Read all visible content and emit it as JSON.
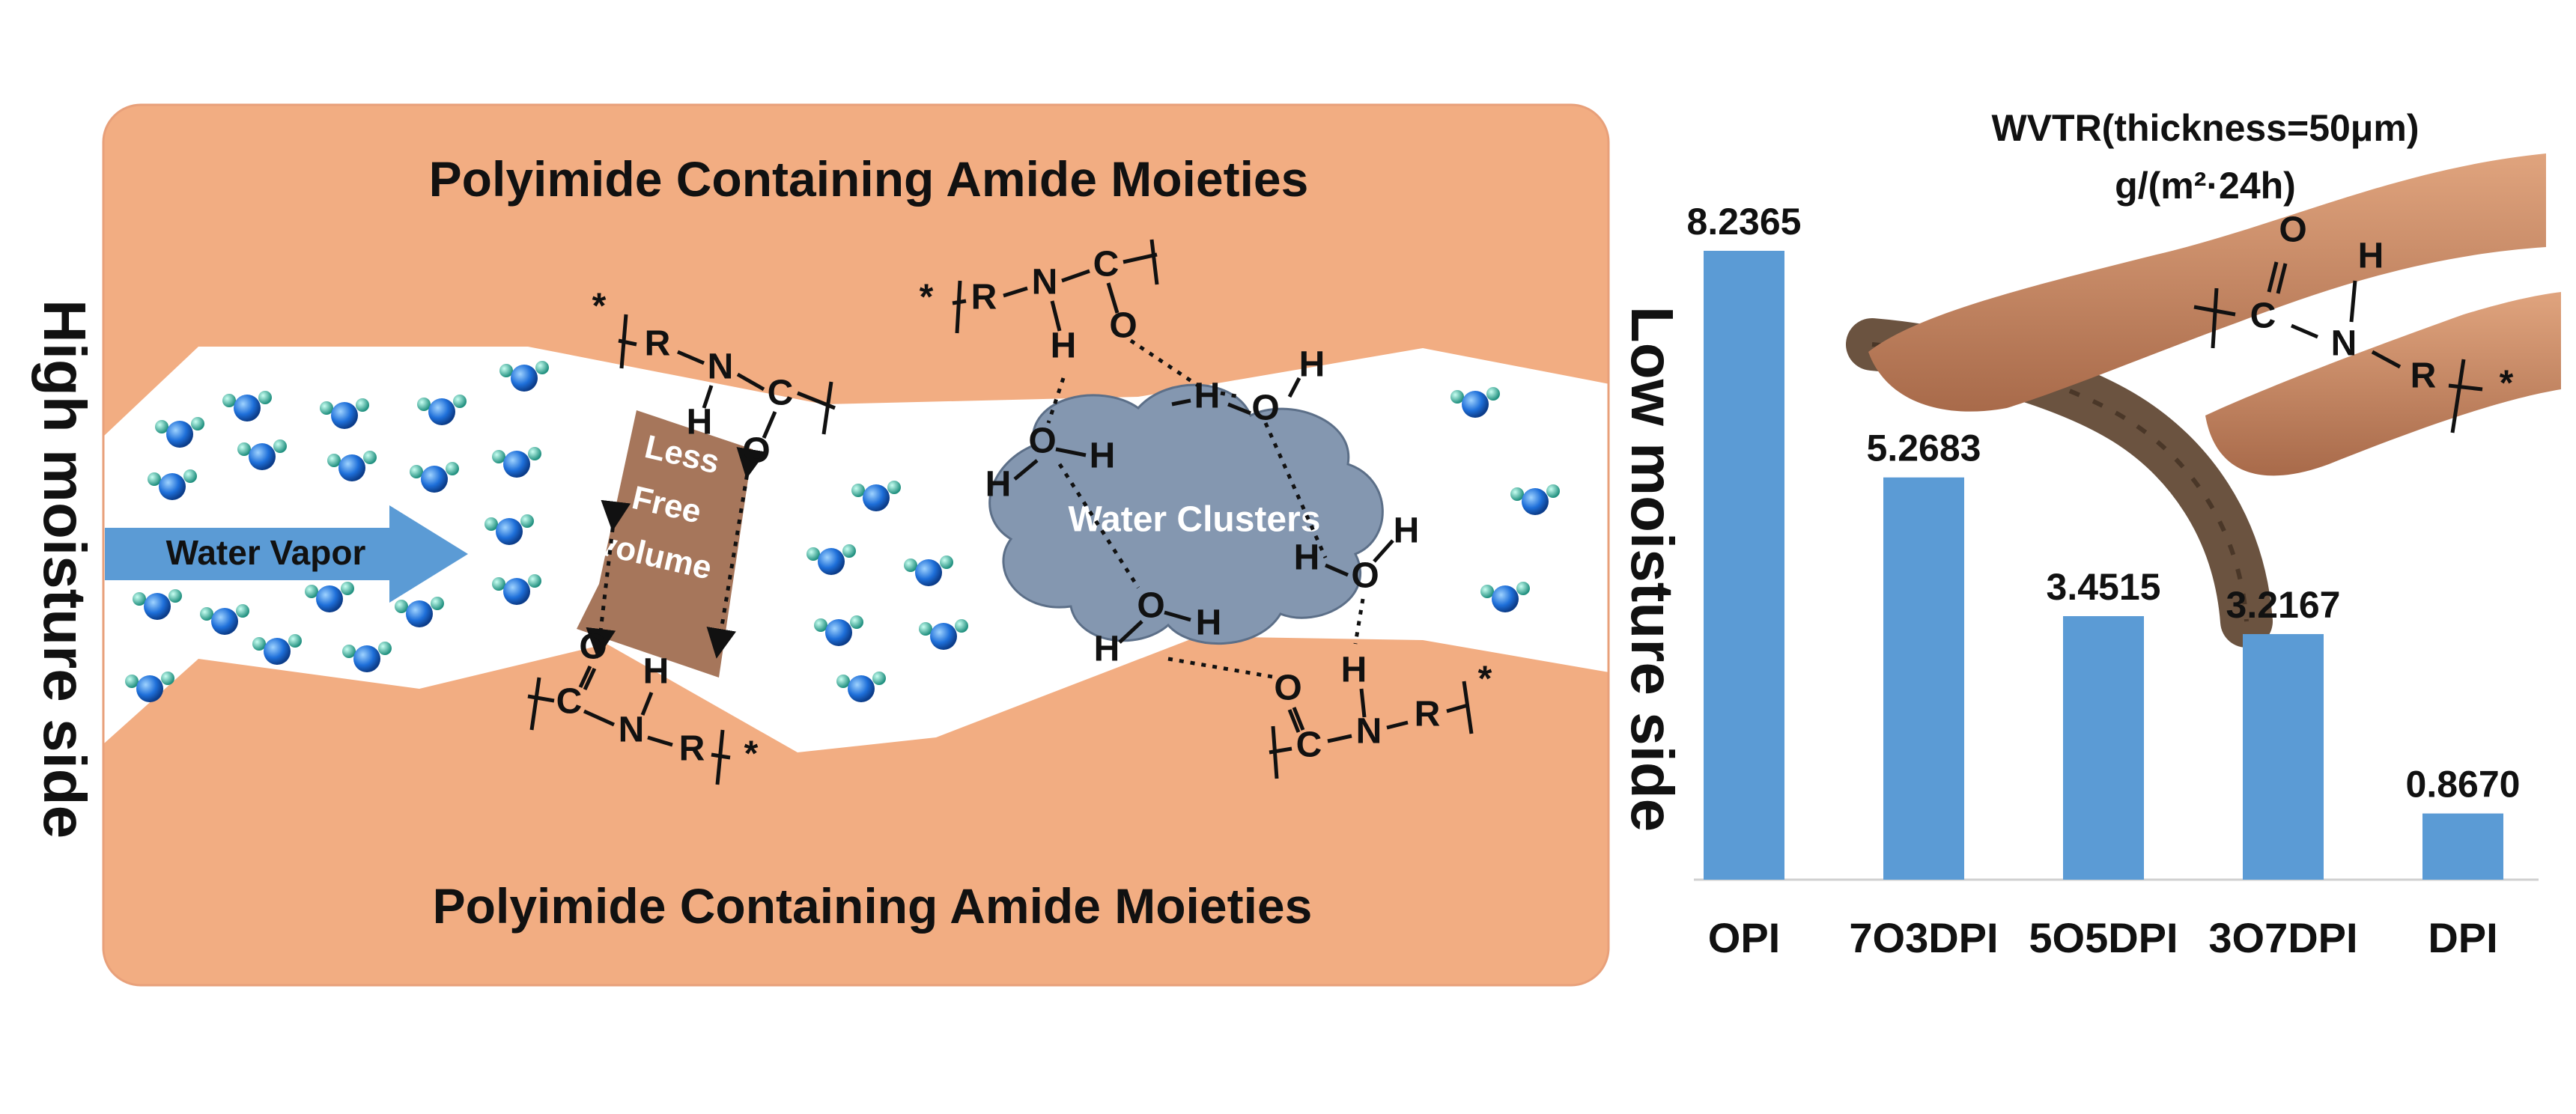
{
  "diagram": {
    "top_banner": "Polyimide Containing Amide Moieties",
    "bottom_banner": "Polyimide Containing Amide Moieties",
    "left_side_label": "High moisture side",
    "right_side_label": "Low moisture side",
    "arrow_label": "Water Vapor",
    "free_volume_lines": [
      "Less",
      "Free",
      "volume"
    ],
    "cloud_label": "Water Clusters"
  },
  "chem": {
    "star": "*",
    "R": "R",
    "N": "N",
    "C": "C",
    "O": "O",
    "H": "H"
  },
  "chart_data": {
    "type": "bar",
    "title": "WVTR(thickness=50μm)",
    "subtitle": "g/(m²·24h)",
    "categories": [
      "OPI",
      "7O3DPI",
      "5O5DPI",
      "3O7DPI",
      "DPI"
    ],
    "values": [
      8.2365,
      5.2683,
      3.4515,
      3.2167,
      0.867
    ],
    "value_labels": [
      "8.2365",
      "5.2683",
      "3.4515",
      "3.2167",
      "0.8670"
    ],
    "ylim": [
      0,
      8.2365
    ],
    "bar_color": "#5b9bd5",
    "grid": false,
    "legend": "none"
  },
  "colors": {
    "polymer": "#f2ad82",
    "arrow": "#5b9bd5",
    "free_volume_box": "#a6765b",
    "cloud": "#8497b0",
    "water_oxygen": "#1e6fd9",
    "water_hydrogen": "#3fb7a4",
    "skin": "#c98a66",
    "rope": "#6b5340"
  }
}
